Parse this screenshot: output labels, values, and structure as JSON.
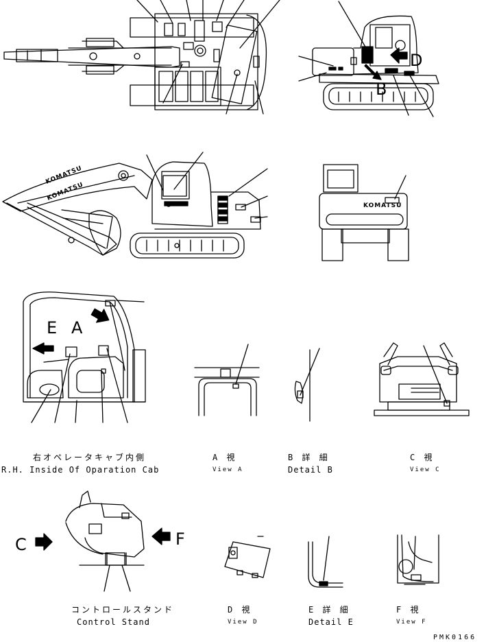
{
  "brand": "KOMATSU",
  "part_number": "PMK0166",
  "letters": {
    "a": "A",
    "b": "B",
    "c": "C",
    "d": "D",
    "e": "E",
    "f": "F"
  },
  "captions": {
    "cab_jp": "右オペレータキャブ内側",
    "cab_en": "R.H. Inside Of Oparation Cab",
    "view_a_jp": "A 視",
    "view_a_en": "View A",
    "detail_b_jp": "B 詳 細",
    "detail_b_en": "Detail B",
    "view_c_jp": "C 視",
    "view_c_en": "View C",
    "stand_jp": "コントロールスタンド",
    "stand_en": "Control Stand",
    "view_d_jp": "D 視",
    "view_d_en": "View D",
    "detail_e_jp": "E 詳 細",
    "detail_e_en": "Detail E",
    "view_f_jp": "F 視",
    "view_f_en": "View F"
  }
}
